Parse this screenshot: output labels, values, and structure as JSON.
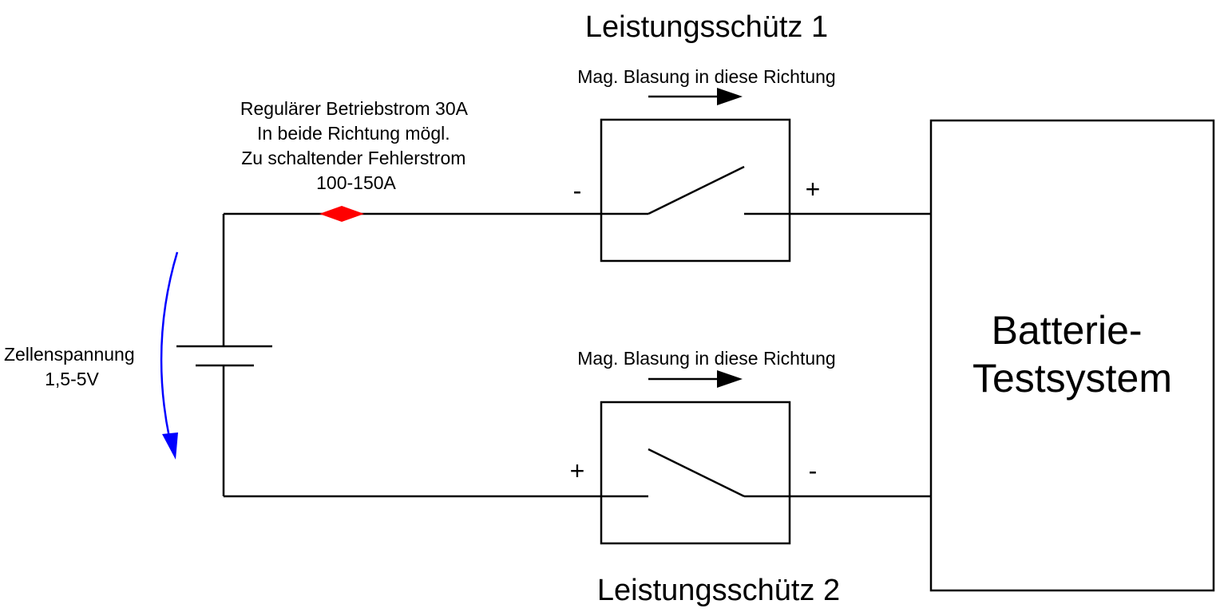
{
  "contactor1": {
    "title": "Leistungsschütz 1",
    "arrow_label": "Mag. Blasung in diese Richtung",
    "left_sign": "-",
    "right_sign": "+"
  },
  "contactor2": {
    "title": "Leistungsschütz 2",
    "arrow_label": "Mag. Blasung in diese Richtung",
    "left_sign": "+",
    "right_sign": "-"
  },
  "current_note": [
    "Regulärer Betriebstrom 30A",
    "In beide Richtung mögl.",
    "Zu schaltender Fehlerstrom",
    "100-150A"
  ],
  "cell_voltage": {
    "lines": [
      "Zellenspannung",
      "1,5-5V"
    ]
  },
  "battery_tester": {
    "lines": [
      "Batterie-",
      "Testsystem"
    ]
  },
  "colors": {
    "wire": "#000000",
    "current_marker": "#ff0000",
    "voltage_arrow": "#0000ff"
  }
}
